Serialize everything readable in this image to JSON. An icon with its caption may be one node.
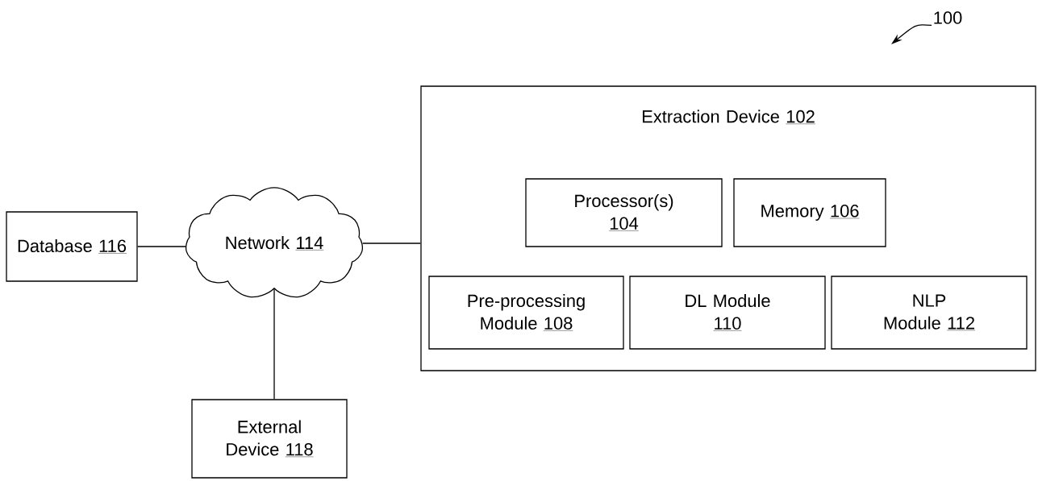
{
  "diagram": {
    "nodes": [
      {
        "text": [
          "100"
        ]
      },
      {
        "text": [
          "Database",
          "116"
        ]
      },
      {
        "text": [
          "Network",
          "114"
        ]
      },
      {
        "text": [
          "Extraction Device",
          "102"
        ]
      },
      {
        "text": [
          "Processor(s)",
          "104"
        ],
        "in": 3
      },
      {
        "text": [
          "Memory",
          "106"
        ],
        "in": 3
      },
      {
        "text": [
          "Pre-processing Module",
          "108"
        ],
        "in": 3
      },
      {
        "text": [
          "DL Module",
          "110"
        ],
        "in": 3
      },
      {
        "text": [
          "NLP Module",
          "112"
        ],
        "in": 3
      },
      {
        "text": [
          "External Device",
          "118"
        ]
      }
    ],
    "edges": [
      {
        "from": 0,
        "to": null,
        "arrow": "to"
      },
      {
        "from": 1,
        "to": 2,
        "arrow": "none"
      },
      {
        "from": 2,
        "to": 3,
        "arrow": "none"
      },
      {
        "from": 2,
        "to": 9,
        "arrow": "none"
      }
    ]
  }
}
